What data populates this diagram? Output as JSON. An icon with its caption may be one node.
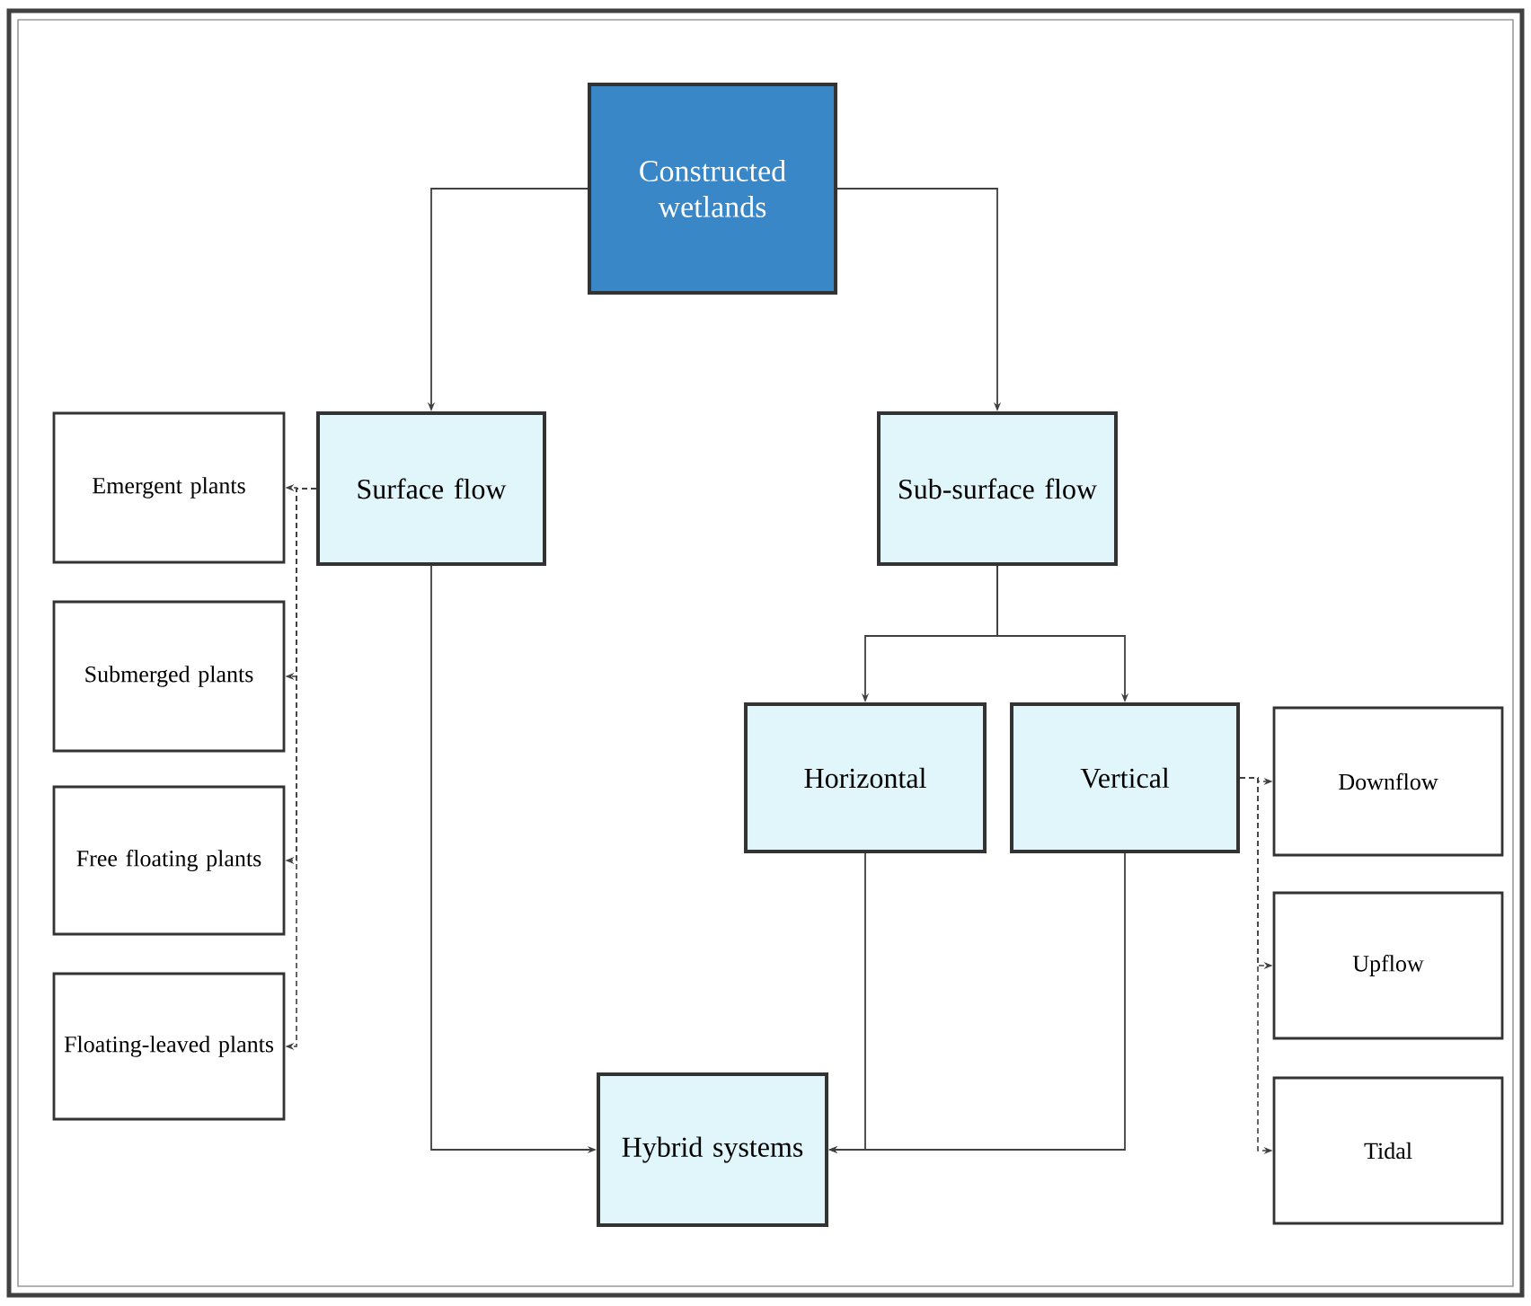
{
  "diagram": {
    "nodes": [
      {
        "text": [
          "Constructed wetlands"
        ]
      },
      {
        "text": [
          "Surface flow"
        ]
      },
      {
        "text": [
          "Sub-surface flow"
        ]
      },
      {
        "text": [
          "Emergent plants"
        ]
      },
      {
        "text": [
          "Submerged plants"
        ]
      },
      {
        "text": [
          "Free floating plants"
        ]
      },
      {
        "text": [
          "Floating-leaved plants"
        ]
      },
      {
        "text": [
          "Horizontal"
        ]
      },
      {
        "text": [
          "Vertical"
        ]
      },
      {
        "text": [
          "Downflow"
        ]
      },
      {
        "text": [
          "Upflow"
        ]
      },
      {
        "text": [
          "Tidal"
        ]
      },
      {
        "text": [
          "Hybrid systems"
        ]
      }
    ],
    "edges": [
      {
        "from": 0,
        "to": 1,
        "arrow": "to"
      },
      {
        "from": 0,
        "to": 2,
        "arrow": "to"
      },
      {
        "from": 1,
        "to": 3,
        "arrow": "to",
        "style": "dashed"
      },
      {
        "from": 1,
        "to": 4,
        "arrow": "to",
        "style": "dashed"
      },
      {
        "from": 1,
        "to": 5,
        "arrow": "to",
        "style": "dashed"
      },
      {
        "from": 1,
        "to": 6,
        "arrow": "to",
        "style": "dashed"
      },
      {
        "from": 2,
        "to": 7,
        "arrow": "to"
      },
      {
        "from": 2,
        "to": 8,
        "arrow": "to"
      },
      {
        "from": 8,
        "to": 9,
        "arrow": "to",
        "style": "dashed"
      },
      {
        "from": 8,
        "to": 10,
        "arrow": "to",
        "style": "dashed"
      },
      {
        "from": 8,
        "to": 11,
        "arrow": "to",
        "style": "dashed"
      },
      {
        "from": 1,
        "to": 12,
        "arrow": "to"
      },
      {
        "from": 7,
        "to": 12,
        "arrow": "to"
      },
      {
        "from": 8,
        "to": 12,
        "arrow": "to"
      }
    ]
  }
}
